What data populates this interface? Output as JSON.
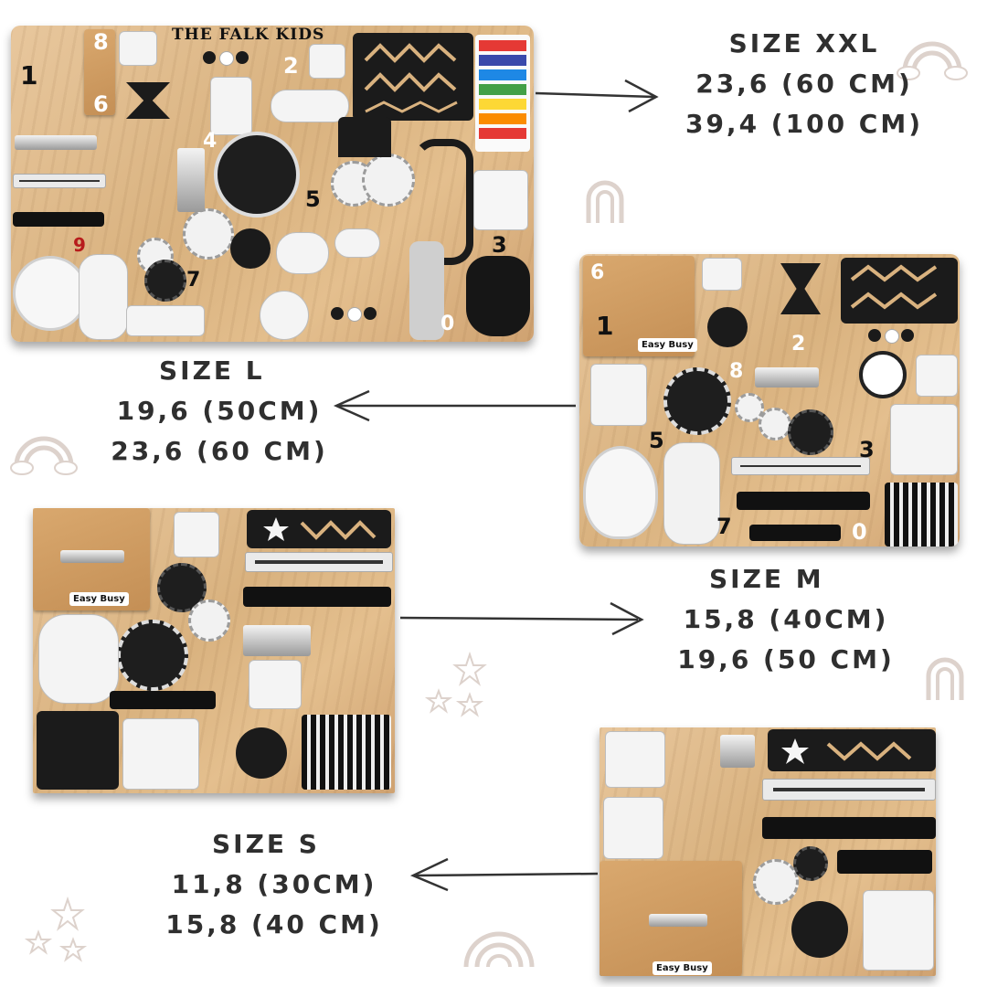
{
  "boards": {
    "xxl": {
      "brand": "THE FALK KIDS"
    },
    "m": {
      "brand_tag": "Easy Busy"
    },
    "l": {
      "brand_tag": "Easy Busy"
    },
    "s": {
      "brand_tag": "Easy Busy"
    }
  },
  "board_digits": {
    "xxl": [
      "8",
      "1",
      "6",
      "2",
      "4",
      "5",
      "9",
      "7",
      "3",
      "0"
    ],
    "m": [
      "6",
      "1",
      "2",
      "8",
      "5",
      "3",
      "7",
      "0"
    ]
  },
  "sizes": [
    {
      "title": "SIZE XXL",
      "lines": [
        "23,6 (60 CM)",
        "39,4  (100 CM)"
      ]
    },
    {
      "title": "SIZE L",
      "lines": [
        "19,6 (50CM)",
        "23,6 (60 CM)"
      ]
    },
    {
      "title": "SIZE M",
      "lines": [
        "15,8  (40CM)",
        "19,6 (50 CM)"
      ]
    },
    {
      "title": "SIZE S",
      "lines": [
        "11,8  (30CM)",
        "15,8 (40 CM)"
      ]
    }
  ],
  "colors": {
    "text": "#2f2f2f",
    "wood": "#dcb482",
    "deco": "#ddd2cc"
  },
  "icons": [
    "arrow-right-icon",
    "arrow-left-icon",
    "rainbow-icon",
    "star-icon"
  ]
}
